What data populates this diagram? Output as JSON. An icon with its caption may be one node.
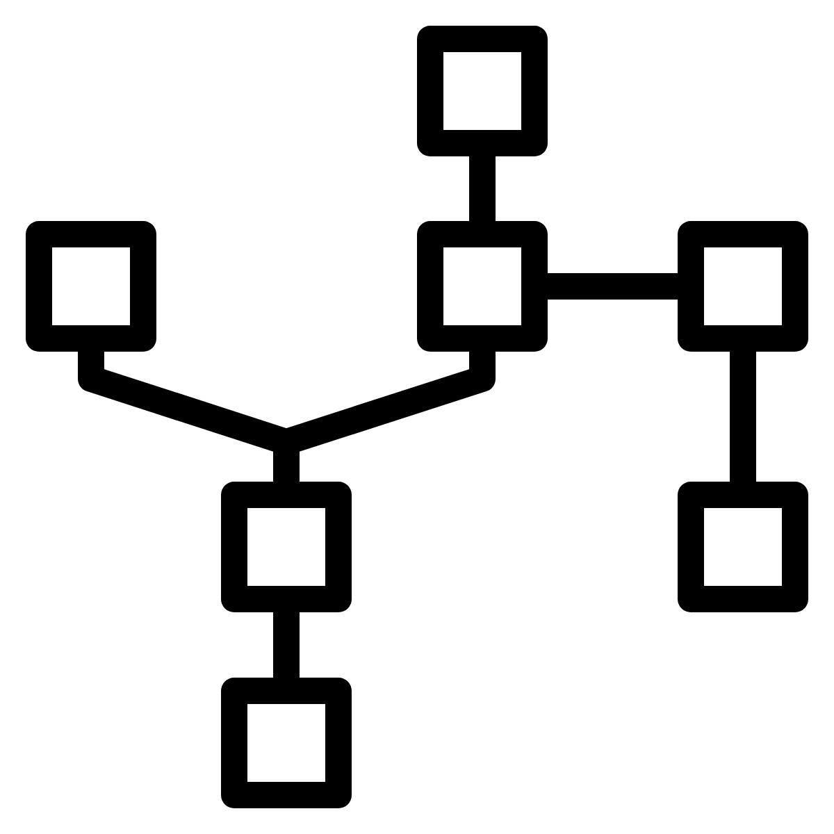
{
  "diagram": {
    "nodes": [
      {
        "text": [],
        "shape": "box"
      },
      {
        "text": [],
        "shape": "box"
      },
      {
        "text": [],
        "shape": "box"
      },
      {
        "text": [],
        "shape": "box"
      },
      {
        "text": [],
        "shape": "box"
      },
      {
        "text": [],
        "shape": "box"
      },
      {
        "text": [],
        "shape": "box"
      }
    ],
    "edges": [
      {
        "from": 0,
        "to": 2,
        "arrow": "none"
      },
      {
        "from": 1,
        "to": 4,
        "arrow": "none"
      },
      {
        "from": 2,
        "to": 3,
        "arrow": "none"
      },
      {
        "from": 2,
        "to": 4,
        "arrow": "none"
      },
      {
        "from": 3,
        "to": 5,
        "arrow": "none"
      },
      {
        "from": 4,
        "to": 6,
        "arrow": "none"
      }
    ]
  }
}
